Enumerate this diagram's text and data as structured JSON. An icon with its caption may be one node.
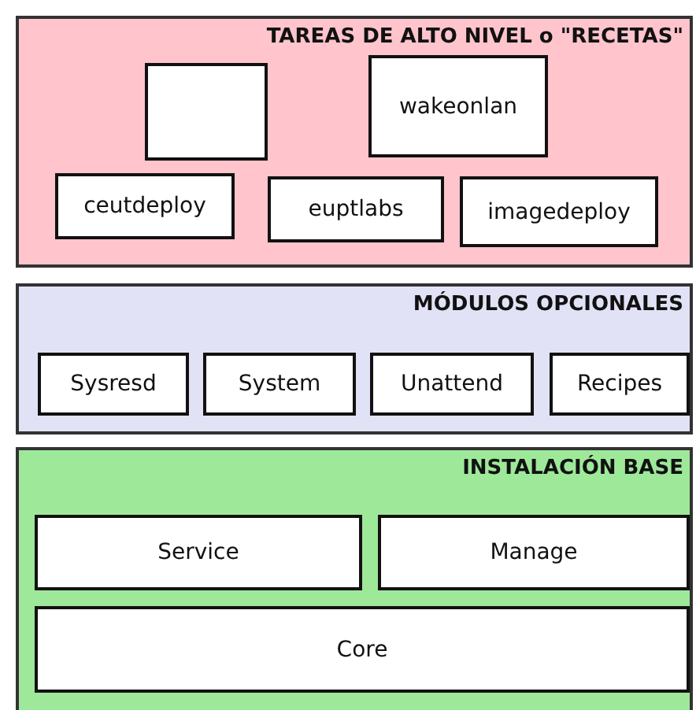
{
  "diagram": {
    "nodes": [
      {
        "text": [
          "TAREAS DE ALTO NIVEL o \"RECETAS\""
        ]
      },
      {
        "text": [],
        "shape": "box",
        "in": 0
      },
      {
        "text": [
          "wakeonlan"
        ],
        "in": 0
      },
      {
        "text": [
          "ceutdeploy"
        ],
        "in": 0
      },
      {
        "text": [
          "euptlabs"
        ],
        "in": 0
      },
      {
        "text": [
          "imagedeploy"
        ],
        "in": 0
      },
      {
        "text": [
          "MÓDULOS OPCIONALES"
        ]
      },
      {
        "text": [
          "Sysresd"
        ],
        "in": 6
      },
      {
        "text": [
          "System"
        ],
        "in": 6
      },
      {
        "text": [
          "Unattend"
        ],
        "in": 6
      },
      {
        "text": [
          "Recipes"
        ],
        "in": 6
      },
      {
        "text": [
          "INSTALACIÓN BASE"
        ]
      },
      {
        "text": [
          "Service"
        ],
        "in": 11
      },
      {
        "text": [
          "Manage"
        ],
        "in": 11
      },
      {
        "text": [
          "Core"
        ],
        "in": 11
      }
    ],
    "edges": []
  }
}
